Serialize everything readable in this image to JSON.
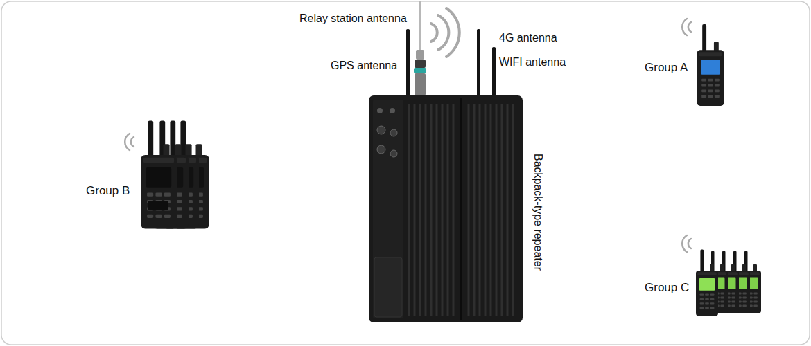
{
  "diagram": {
    "labels": [
      "Relay station antenna",
      "GPS antenna",
      "4G antenna",
      "WIFI antenna",
      "Backpack-type repeater",
      "Group A",
      "Group B",
      "Group C"
    ]
  }
}
